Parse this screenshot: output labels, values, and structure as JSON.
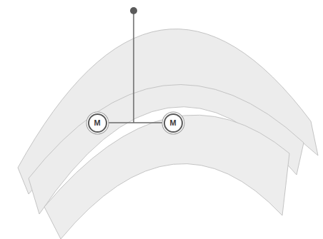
{
  "diagram": {
    "nodes": [
      {
        "text": [
          "M"
        ]
      },
      {
        "text": [
          "M"
        ]
      }
    ],
    "edges": [
      {
        "from": 0,
        "to": 1,
        "arrow": "none"
      }
    ]
  }
}
